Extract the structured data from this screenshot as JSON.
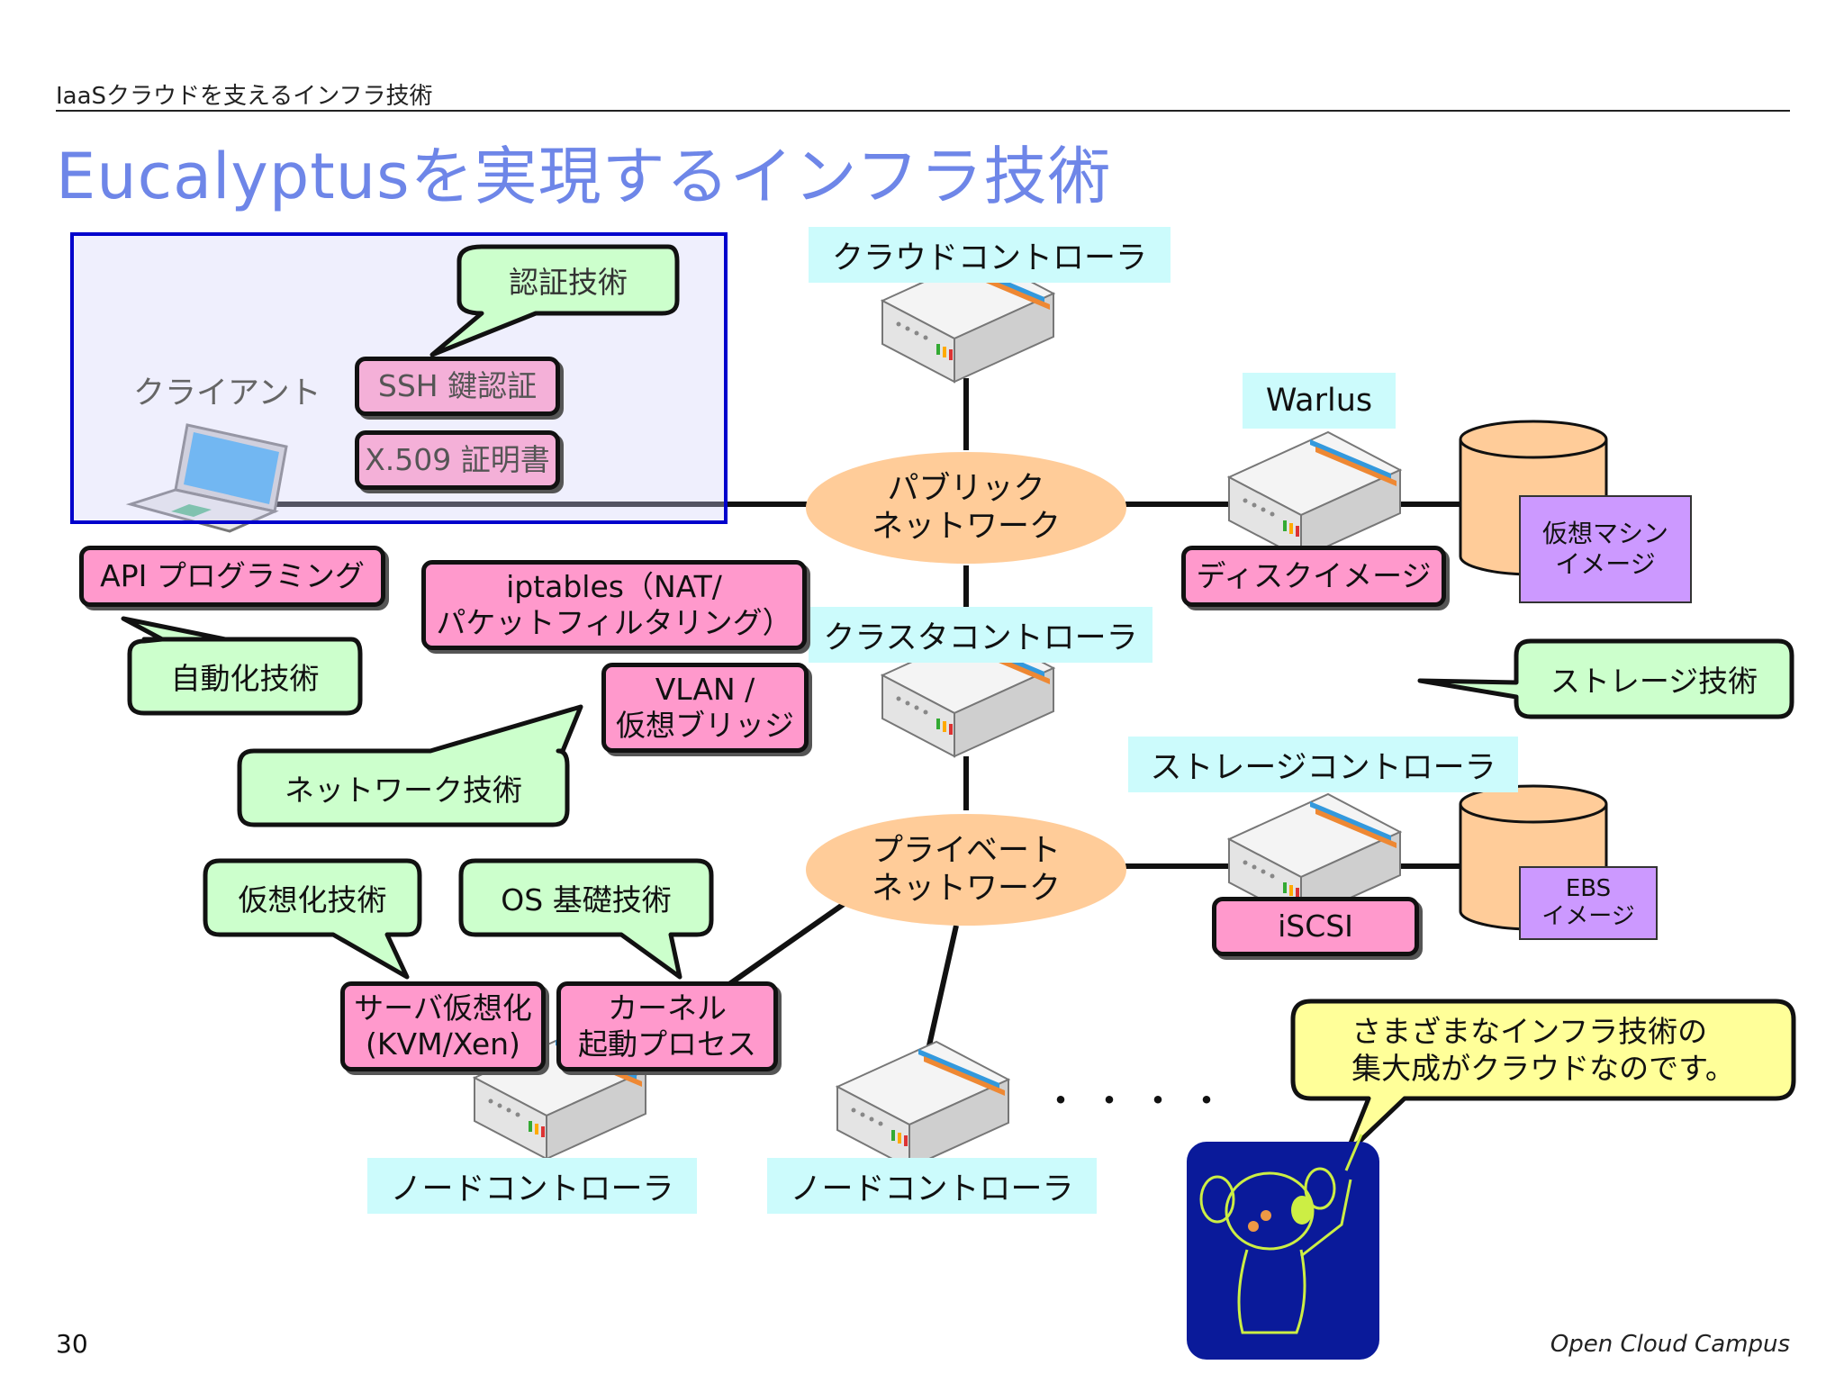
{
  "header": {
    "breadcrumb": "IaaSクラウドを支えるインフラ技術",
    "title": "Eucalyptusを実現するインフラ技術"
  },
  "nodes": {
    "cloud_controller": "クラウドコントローラ",
    "walrus": "Warlus",
    "cluster_controller": "クラスタコントローラ",
    "storage_controller": "ストレージコントローラ",
    "node_controller_1": "ノードコントローラ",
    "node_controller_2": "ノードコントローラ",
    "client": "クライアント"
  },
  "networks": {
    "public": "パブリック\nネットワーク",
    "private": "プライベート\nネットワーク"
  },
  "technologies": {
    "ssh": "SSH 鍵認証",
    "x509": "X.509 証明書",
    "api": "API プログラミング",
    "iptables": "iptables（NAT/\nパケットフィルタリング）",
    "vlan": "VLAN /\n仮想ブリッジ",
    "disk_image": "ディスクイメージ",
    "iscsi": "iSCSI",
    "server_virt": "サーバ仮想化\n(KVM/Xen)",
    "kernel": "カーネル\n起動プロセス"
  },
  "categories": {
    "auth": "認証技術",
    "automation": "自動化技術",
    "network": "ネットワーク技術",
    "storage": "ストレージ技術",
    "virtualization": "仮想化技術",
    "os": "OS 基礎技術"
  },
  "storage_notes": {
    "vm_image": "仮想マシン\nイメージ",
    "ebs_image": "EBS\nイメージ"
  },
  "callout": "さまざまなインフラ技術の\n集大成がクラウドなのです。",
  "ellipsis": "・・・・",
  "footer": {
    "page": "30",
    "brand": "Open Cloud Campus"
  },
  "colors": {
    "title": "#6e86e8",
    "label_bg": "#ccfbfc",
    "tech_box": "#ff99cc",
    "category_bubble": "#ccffcc",
    "network": "#ffcc99",
    "note": "#cc99ff",
    "callout": "#ffff99",
    "client_frame": "#0000cc"
  }
}
